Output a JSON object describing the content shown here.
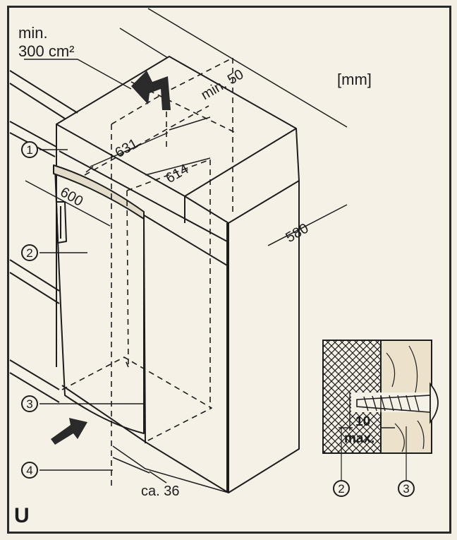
{
  "page_label": "U",
  "unit": "[mm]",
  "min_clearance_label": "min.",
  "min_clearance_value": "300 cm²",
  "dimensions": {
    "d631": "631",
    "d600": "600",
    "d614": "614",
    "d580": "580",
    "top_gap": "min. 50",
    "bottom_gap": "ca. 36"
  },
  "detail": {
    "value": "10",
    "label": "max."
  },
  "callouts": [
    "1",
    "2",
    "3",
    "4"
  ],
  "detail_callouts": [
    "2",
    "3"
  ]
}
